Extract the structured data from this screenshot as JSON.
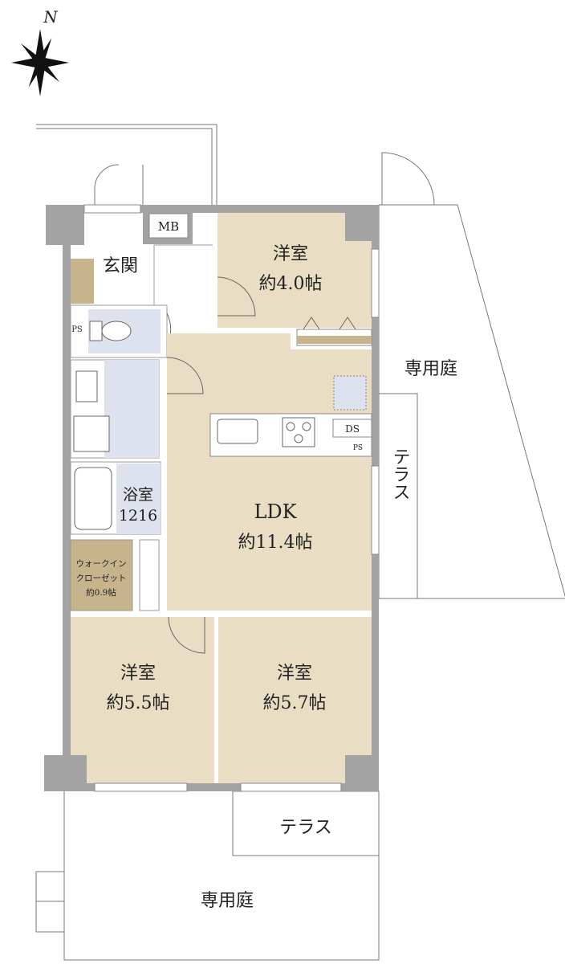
{
  "compass": {
    "north_label": "N"
  },
  "rooms": {
    "entrance": "玄関",
    "mb": "MB",
    "ps_left": "PS",
    "western1": {
      "name": "洋室",
      "size": "約4.0帖"
    },
    "ldk": {
      "name": "LDK",
      "size": "約11.4帖"
    },
    "bath": {
      "name": "浴室",
      "size": "1216"
    },
    "wic": {
      "line1": "ウォークイン",
      "line2": "クローゼット",
      "size": "約0.9帖"
    },
    "western2": {
      "name": "洋室",
      "size": "約5.5帖"
    },
    "western3": {
      "name": "洋室",
      "size": "約5.7帖"
    },
    "ds": "DS",
    "ps_kitchen": "PS"
  },
  "outside": {
    "garden_east": "専用庭",
    "terrace_east": "テラス",
    "terrace_south": "テラス",
    "garden_south": "専用庭"
  },
  "colors": {
    "room": "#e9dec3",
    "wall": "#a3a3a3",
    "wet": "#dde2ee",
    "closet": "#c8b48c"
  }
}
